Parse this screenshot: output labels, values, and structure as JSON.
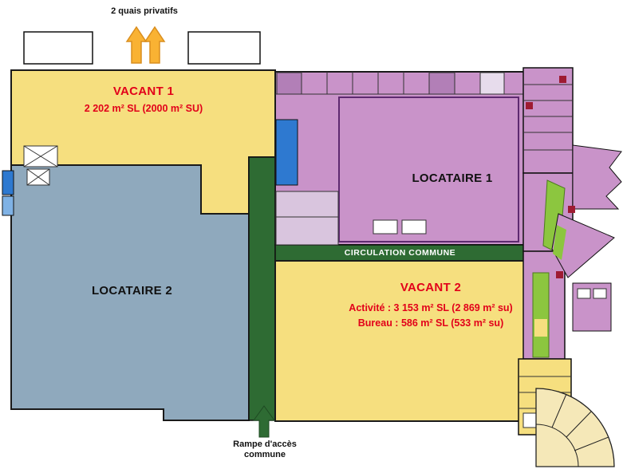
{
  "labels": {
    "quais": "2 quais privatifs",
    "ramp_line1": "Rampe d'accès",
    "ramp_line2": "commune"
  },
  "zones": {
    "vacant1": {
      "name": "VACANT 1",
      "area": "2 202 m² SL (2000 m² SU)",
      "color": "#F6DF7F"
    },
    "locataire1": {
      "name": "LOCATAIRE 1",
      "color": "#C993C9"
    },
    "locataire2": {
      "name": "LOCATAIRE 2",
      "color": "#8FA9BD"
    },
    "vacant2": {
      "name": "VACANT 2",
      "activite": "Activité : 3 153 m² SL (2 869 m² su)",
      "bureau": "Bureau : 586 m² SL (533 m² su)",
      "color": "#F6DF7F"
    },
    "circulation_commune": {
      "name": "CIRCULATION COMMUNE",
      "color": "#2E6B33"
    }
  },
  "colors": {
    "red_text": "#E2001A",
    "bright_green": "#8CC63F",
    "blue": "#2E79D0",
    "orange_arrow": "#F9B233",
    "dark_green": "#2E6B33",
    "pink_detail": "#C993C9",
    "door_red": "#9E1B32"
  }
}
